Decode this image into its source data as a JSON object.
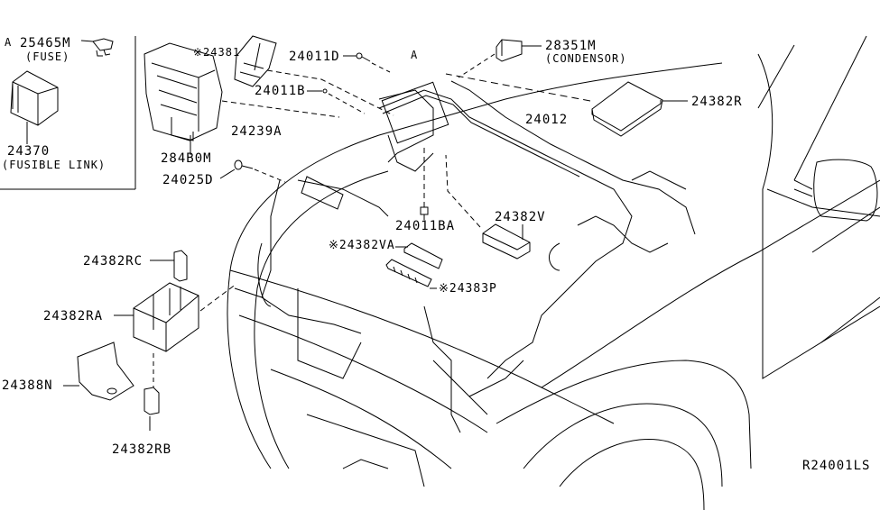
{
  "diagram": {
    "type": "exploded-parts-diagram",
    "subject": "Engine room wiring harness",
    "figure_code": "R24001LS",
    "inset": {
      "ref_letter": "A",
      "parts": [
        {
          "part_no": "25465M",
          "name": "(FUSE)"
        },
        {
          "part_no": "24370",
          "name": "(FUSIBLE LINK)"
        }
      ]
    },
    "callouts": [
      {
        "id": "24381",
        "text": "※24381",
        "marked": true
      },
      {
        "id": "24011D",
        "text": "24011D"
      },
      {
        "id": "28351M",
        "text": "28351M",
        "sub": "(CONDENSOR)"
      },
      {
        "id": "24011B",
        "text": "24011B"
      },
      {
        "id": "24382R",
        "text": "24382R"
      },
      {
        "id": "24239A",
        "text": "24239A"
      },
      {
        "id": "24012",
        "text": "24012"
      },
      {
        "id": "284B0M",
        "text": "284B0M"
      },
      {
        "id": "24025D",
        "text": "24025D"
      },
      {
        "id": "24011BA",
        "text": "24011BA"
      },
      {
        "id": "24382V",
        "text": "24382V"
      },
      {
        "id": "24382VA",
        "text": "※24382VA",
        "marked": true
      },
      {
        "id": "24383P",
        "text": "※24383P",
        "marked": true
      },
      {
        "id": "24382RC",
        "text": "24382RC"
      },
      {
        "id": "24382RA",
        "text": "24382RA"
      },
      {
        "id": "24388N",
        "text": "24388N"
      },
      {
        "id": "24382RB",
        "text": "24382RB"
      }
    ],
    "ref_marker": "A"
  }
}
